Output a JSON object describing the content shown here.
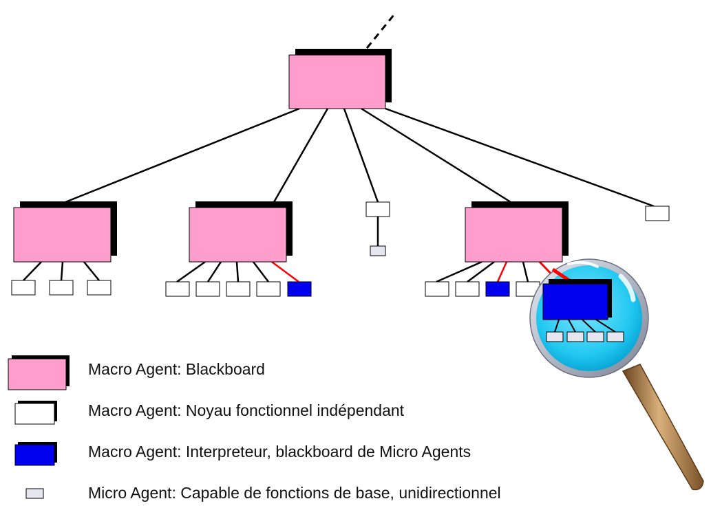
{
  "legend": {
    "items": [
      {
        "kind": "blackboard",
        "label": "Macro Agent: Blackboard"
      },
      {
        "kind": "noyau",
        "label": "Macro Agent: Noyau fonctionnel indépendant"
      },
      {
        "kind": "interpreteur",
        "label": "Macro Agent: Interpreteur, blackboard de Micro Agents"
      },
      {
        "kind": "micro",
        "label": "Micro Agent: Capable de fonctions de base, unidirectionnel"
      }
    ]
  },
  "colors": {
    "blackboard": "#ff9ecd",
    "noyau": "#ffffff",
    "interpreteur": "#0000ee",
    "micro": "#e6e6f0",
    "shadow": "#000000",
    "link": "#000000",
    "link_to_interpreteur": "#ff0000",
    "lens": "#21c8f0",
    "lens_rim": "#9aa0b0",
    "handle": "#b08048"
  },
  "icons": {
    "zoom": "magnifying-glass-icon"
  }
}
